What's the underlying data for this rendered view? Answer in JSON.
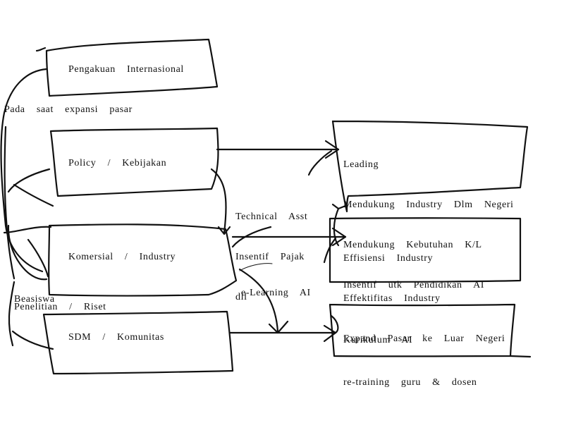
{
  "left_boxes": {
    "pengakuan": "Pengakuan  Internasional",
    "policy": "Policy  /  Kebijakan",
    "komersial": "Komersial  /  Industry",
    "sdm": "SDM  /  Komunitas"
  },
  "right_boxes": {
    "leading": [
      "Leading",
      "Mendukung  Industry  Dlm  Negeri",
      "Mendukung  Kebutuhan  K/L",
      "Insentif  utk  Pendidikan  AI"
    ],
    "efisiensi": [
      "Effisiensi  Industry",
      "Effektifitas  Industry",
      "Expand  Pasar  ke  Luar  Negeri"
    ],
    "kurikulum": [
      "Kurikulum  AI",
      "re-training  guru  &  dosen"
    ]
  },
  "annotations": {
    "pada_saat": "Pada  saat  expansi  pasar",
    "technical": [
      "Technical  Asst",
      "Insentif  Pajak",
      "dll"
    ],
    "elearning": "e-Learning  AI",
    "beasiswa": "Beasiswa",
    "penelitian": "Penelitian  /  Riset"
  },
  "colors": {
    "stroke": "#111111",
    "text": "#111111",
    "background": "#ffffff"
  }
}
